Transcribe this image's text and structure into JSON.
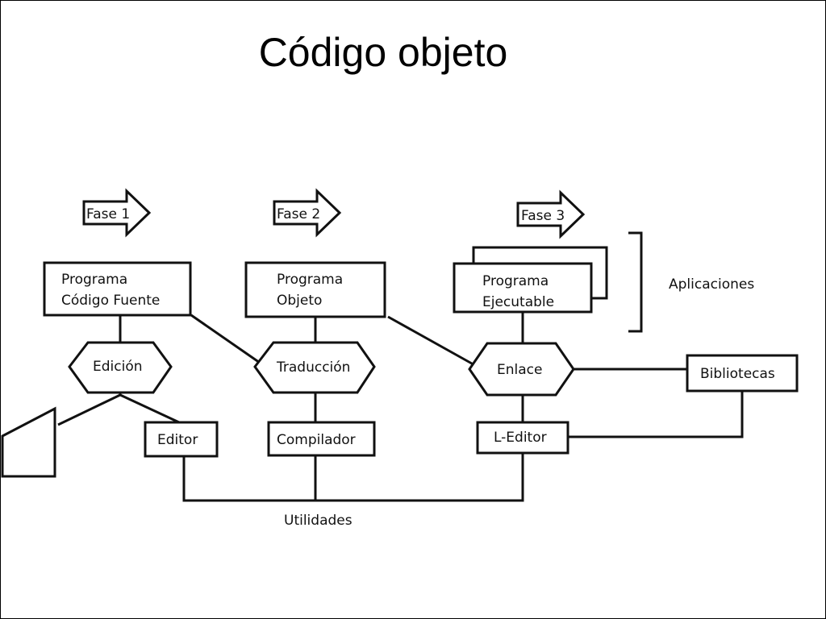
{
  "slide": {
    "title": "Código objeto"
  },
  "diagram": {
    "phases": [
      "Fase 1",
      "Fase 2",
      "Fase 3"
    ],
    "boxes": {
      "source": [
        "Programa",
        "Código Fuente"
      ],
      "object": [
        "Programa",
        "Objeto"
      ],
      "executable": [
        "Programa",
        "Ejecutable"
      ]
    },
    "processes": {
      "edit": "Edición",
      "translate": "Traducción",
      "link": "Enlace"
    },
    "tools": {
      "editor": "Editor",
      "compiler": "Compilador",
      "linker": "L-Editor",
      "libraries": "Bibliotecas"
    },
    "applications_label": "Aplicaciones",
    "utilities_label": "Utilidades"
  },
  "colors": {
    "line": "#111111",
    "fill": "#ffffff"
  }
}
